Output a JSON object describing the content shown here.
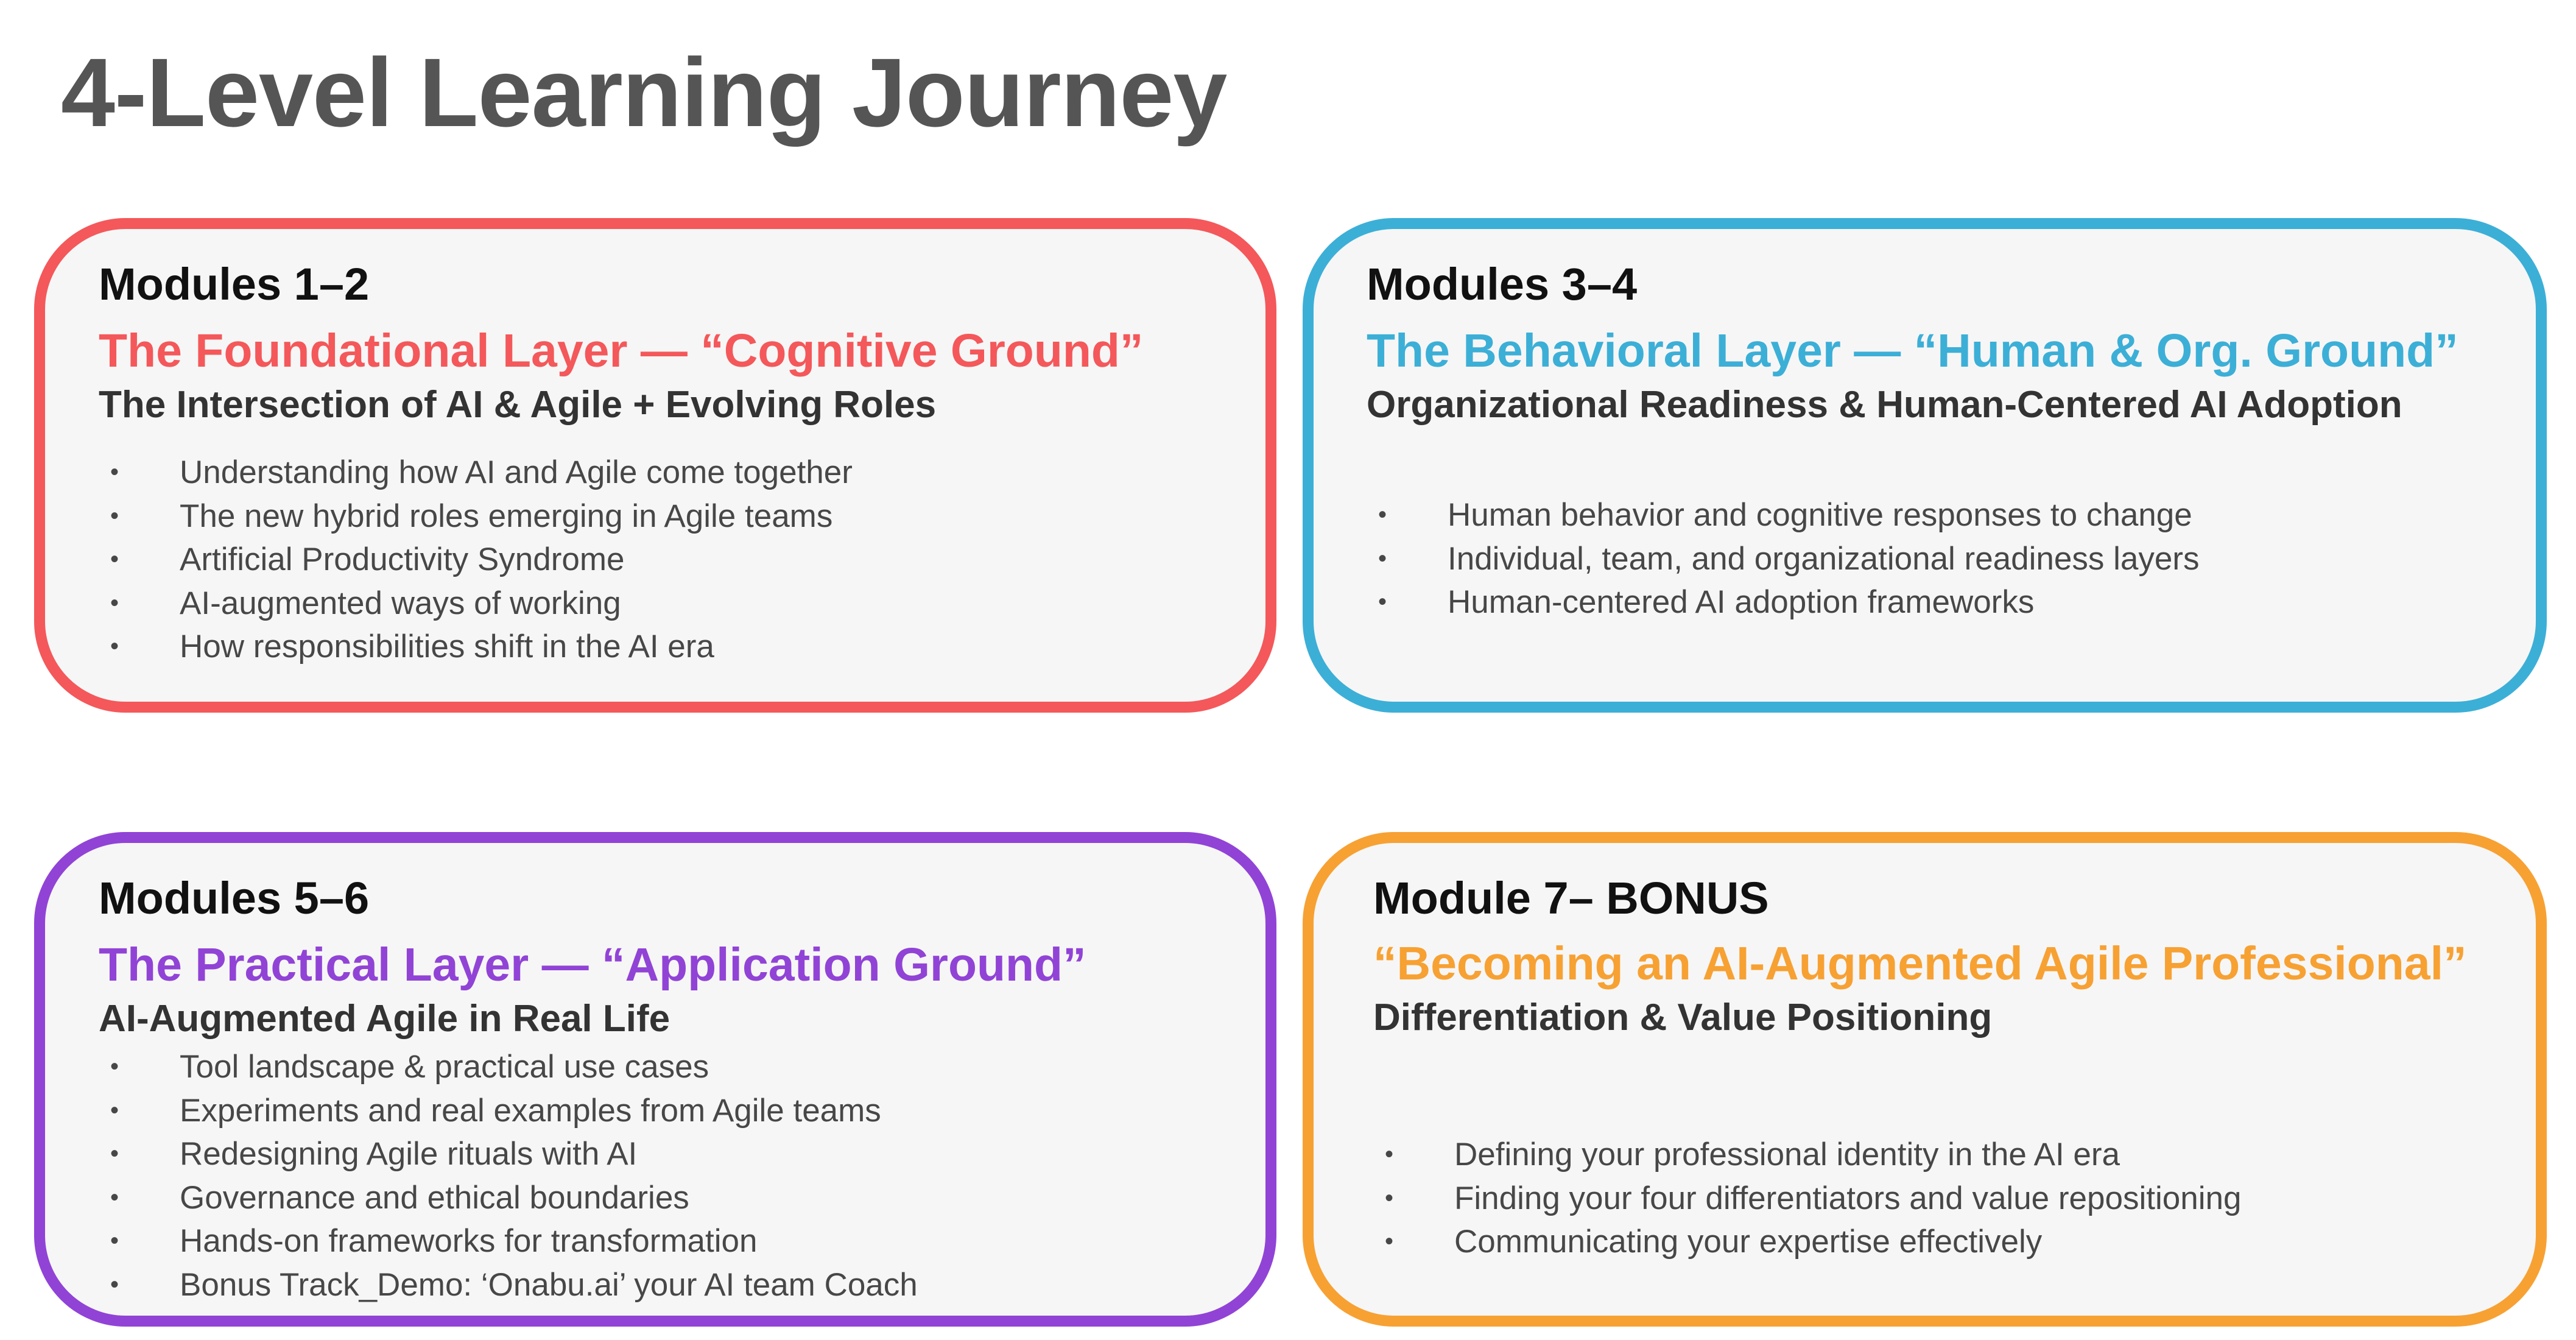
{
  "slide": {
    "title": "4-Level Learning Journey"
  },
  "colors": {
    "title": "#555555",
    "card_background": "#f6f6f6",
    "foundational": "#f4585a",
    "behavioral": "#3cafd7",
    "practical": "#9143d6",
    "bonus": "#f7a133"
  },
  "cards": [
    {
      "modules": "Modules 1–2",
      "layer_title": "The Foundational Layer — “Cognitive Ground”",
      "subtitle": "The Intersection of AI & Agile + Evolving Roles",
      "bullet_symbol": "•",
      "bullets": [
        "Understanding how AI and Agile come together",
        "The new hybrid roles emerging in Agile teams",
        "Artificial Productivity Syndrome",
        "AI-augmented ways of working",
        "How responsibilities shift in the AI era"
      ]
    },
    {
      "modules": "Modules 3–4",
      "layer_title": "The Behavioral Layer — “Human & Org.  Ground”",
      "subtitle": "Organizational Readiness & Human-Centered AI Adoption",
      "bullet_symbol": "•",
      "bullets": [
        "Human behavior and cognitive responses to change",
        "Individual, team, and organizational readiness layers",
        "Human-centered AI adoption frameworks"
      ]
    },
    {
      "modules": "Modules 5–6",
      "layer_title": "The Practical Layer — “Application Ground”",
      "subtitle": "AI-Augmented Agile in Real Life",
      "bullet_symbol": "•",
      "bullets": [
        "Tool landscape & practical use cases",
        "Experiments and real examples from Agile teams",
        "Redesigning Agile rituals with AI",
        "Governance and ethical boundaries",
        "Hands-on frameworks for transformation",
        "Bonus Track_Demo: ‘Onabu.ai’ your AI team Coach"
      ]
    },
    {
      "modules": "Module 7– BONUS",
      "layer_title": "“Becoming an AI-Augmented Agile Professional”",
      "subtitle": "Differentiation & Value Positioning",
      "bullet_symbol": "•",
      "bullets": [
        "Defining your professional identity in the AI era",
        "Finding your four differentiators and value repositioning",
        "Communicating your expertise effectively"
      ]
    }
  ]
}
